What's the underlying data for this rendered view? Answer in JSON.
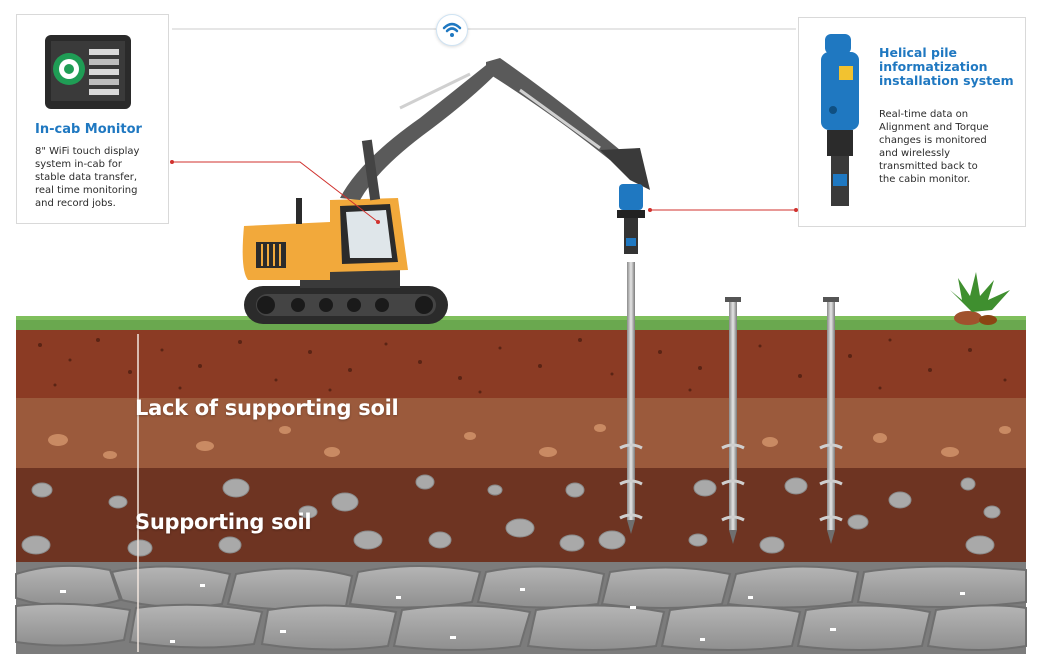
{
  "monitor_card": {
    "title": "In-cab Monitor",
    "description": "8\" WiFi touch display\nsystem in-cab for\nstable data transfer,\nreal time monitoring\nand record jobs.",
    "icon": "touch-display-icon"
  },
  "system_card": {
    "title": "Helical pile\ninformatization\ninstallation system",
    "description": "Real-time data on\nAlignment and Torque\nchanges is monitored\nand wirelessly\ntransmitted back to\nthe cabin monitor.",
    "icon": "pile-driver-head-icon"
  },
  "layers": {
    "upper": "Lack of supporting soil",
    "lower": "Supporting soil"
  },
  "icons": {
    "wifi": "wifi-icon",
    "excavator": "excavator-icon",
    "plant": "plant-icon"
  },
  "colors": {
    "accent_blue": "#1f78c1",
    "grass": "#6aa84f",
    "topsoil": "#8b3b24",
    "subsoil": "#9b5a3c",
    "supporting_soil": "#6e3422",
    "bedrock": "#9a9a9a",
    "excavator_yellow": "#f2a93b",
    "leader_line": "#d0312d"
  }
}
